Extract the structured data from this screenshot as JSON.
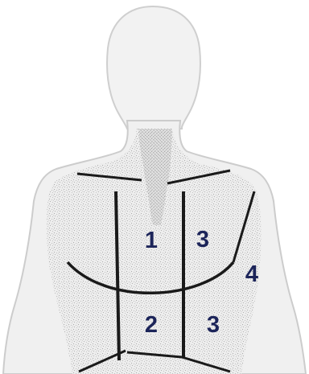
{
  "diagram": {
    "regions": [
      {
        "id": "region-1",
        "label": "1"
      },
      {
        "id": "region-3-upper",
        "label": "3"
      },
      {
        "id": "region-4",
        "label": "4"
      },
      {
        "id": "region-2",
        "label": "2"
      },
      {
        "id": "region-3-lower",
        "label": "3"
      }
    ]
  },
  "colors": {
    "label": "#1c2459",
    "line": "#1a1a1a",
    "outline": "#c8c8c8",
    "stipple": "#b8b8b8",
    "silhouette": "#e4e4e4"
  }
}
